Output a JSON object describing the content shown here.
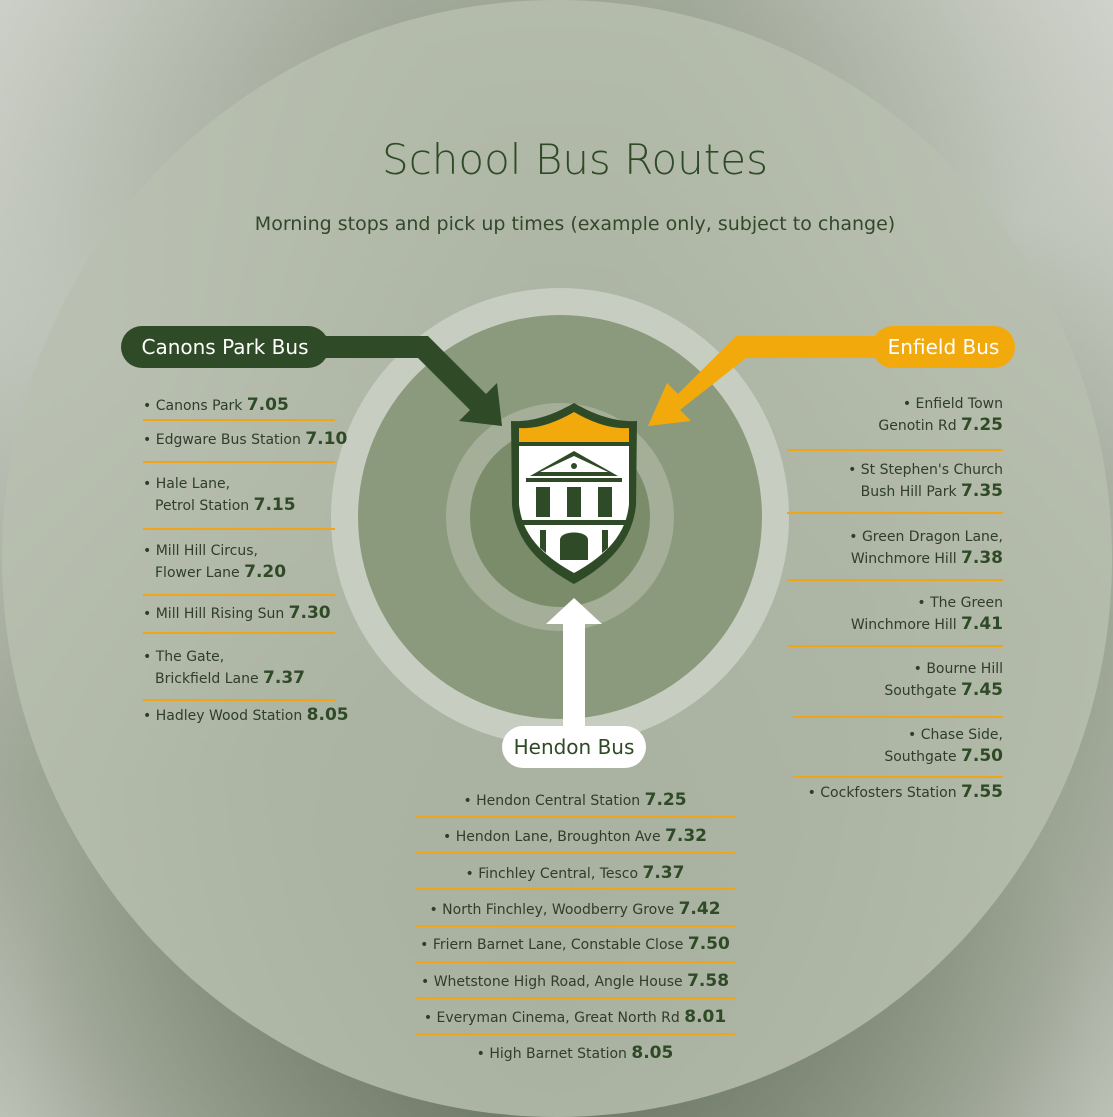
{
  "title": "School Bus Routes",
  "subtitle": "Morning stops and pick up times (example only, subject to change)",
  "colors": {
    "dark_green": "#2f4a26",
    "orange": "#f2a90c",
    "white": "#ffffff"
  },
  "routes": {
    "canons": {
      "label": "Canons Park Bus",
      "stops": [
        {
          "name1": "Canons Park",
          "name2": "",
          "time": "7.05"
        },
        {
          "name1": "Edgware Bus Station",
          "name2": "",
          "time": "7.10"
        },
        {
          "name1": "Hale Lane,",
          "name2": "Petrol Station",
          "time": "7.15"
        },
        {
          "name1": "Mill Hill Circus,",
          "name2": "Flower Lane",
          "time": "7.20"
        },
        {
          "name1": "Mill Hill Rising Sun",
          "name2": "",
          "time": "7.30"
        },
        {
          "name1": "The Gate,",
          "name2": "Brickfield Lane",
          "time": "7.37"
        },
        {
          "name1": "Hadley Wood Station",
          "name2": "",
          "time": "8.05"
        }
      ]
    },
    "enfield": {
      "label": "Enfield Bus",
      "stops": [
        {
          "name1": "Enfield Town",
          "name2": "Genotin Rd",
          "time": "7.25"
        },
        {
          "name1": "St Stephen's Church",
          "name2": "Bush Hill Park",
          "time": "7.35"
        },
        {
          "name1": "Green Dragon Lane,",
          "name2": "Winchmore Hill",
          "time": "7.38"
        },
        {
          "name1": "The Green",
          "name2": "Winchmore Hill",
          "time": "7.41"
        },
        {
          "name1": "Bourne Hill",
          "name2": "Southgate",
          "time": "7.45"
        },
        {
          "name1": "Chase Side,",
          "name2": "Southgate",
          "time": "7.50"
        },
        {
          "name1": "Cockfosters Station",
          "name2": "",
          "time": "7.55"
        }
      ]
    },
    "hendon": {
      "label": "Hendon Bus",
      "stops": [
        {
          "name1": "Hendon Central Station",
          "time": "7.25"
        },
        {
          "name1": "Hendon Lane, Broughton Ave",
          "time": "7.32"
        },
        {
          "name1": "Finchley Central, Tesco",
          "time": "7.37"
        },
        {
          "name1": "North Finchley, Woodberry Grove",
          "time": "7.42"
        },
        {
          "name1": "Friern Barnet Lane, Constable Close",
          "time": "7.50"
        },
        {
          "name1": "Whetstone High Road, Angle House",
          "time": "7.58"
        },
        {
          "name1": "Everyman Cinema, Great North Rd",
          "time": "8.01"
        },
        {
          "name1": "High Barnet Station",
          "time": "8.05"
        }
      ]
    }
  }
}
